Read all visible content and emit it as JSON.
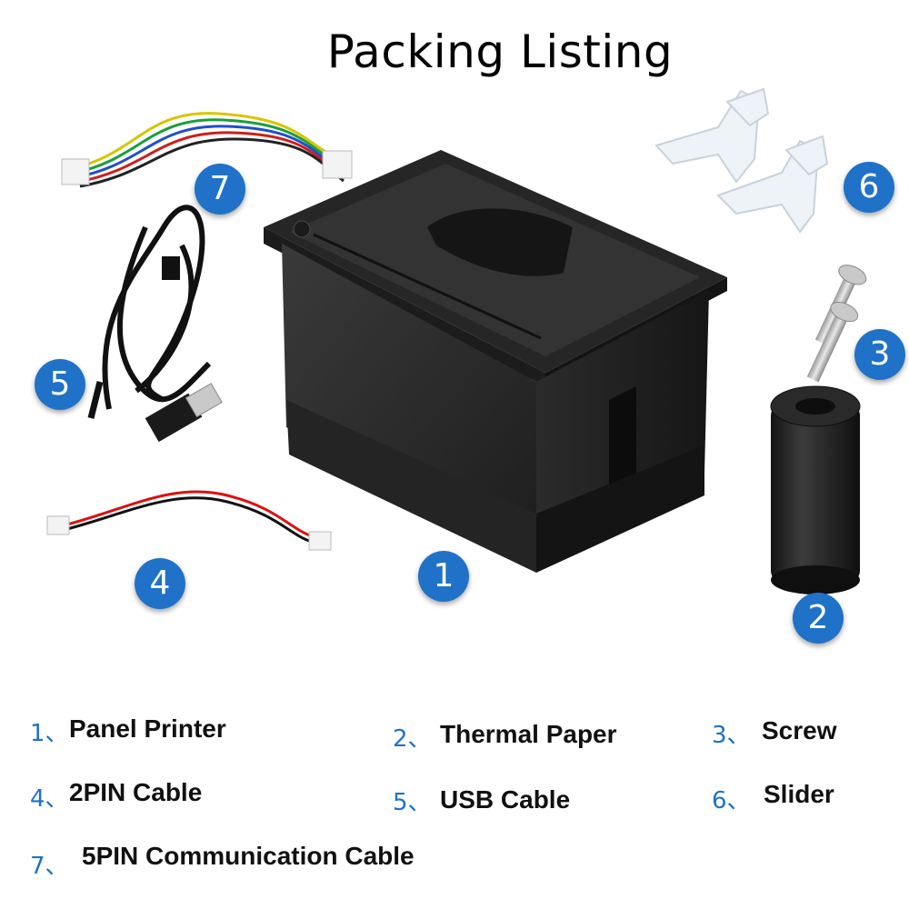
{
  "title": "Packing Listing",
  "badges": [
    "1",
    "2",
    "3",
    "4",
    "5",
    "6",
    "7"
  ],
  "legend": [
    {
      "num": "1、",
      "label": "Panel Printer"
    },
    {
      "num": "2、",
      "label": "Thermal Paper"
    },
    {
      "num": "3、",
      "label": "Screw"
    },
    {
      "num": "4、",
      "label": "2PIN Cable"
    },
    {
      "num": "5、",
      "label": "USB Cable"
    },
    {
      "num": "6、",
      "label": "Slider"
    },
    {
      "num": "7、",
      "label": "5PIN Communication Cable"
    }
  ],
  "colors": {
    "badge": "#1f72c8",
    "printer": "#2a2a2a",
    "paper_roll": "#1c1c1c"
  }
}
